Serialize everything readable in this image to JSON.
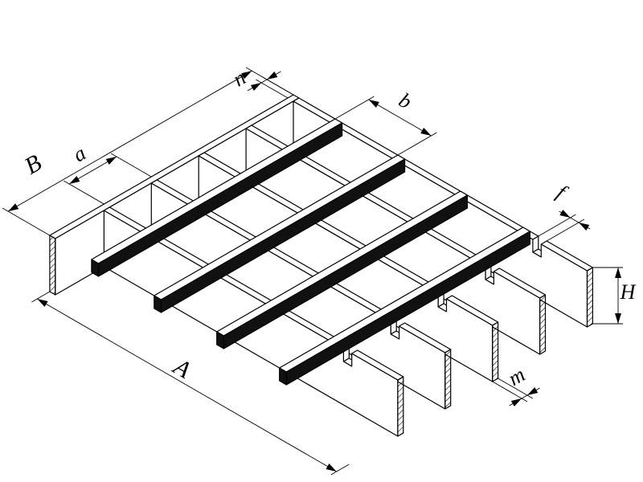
{
  "figure": {
    "background": "#ffffff",
    "line_color": "#000000",
    "face_fill": "#ffffff",
    "crossbar_fill": "#111111",
    "hatch_name": "diagonal-hatch"
  },
  "labels": {
    "B": "B",
    "a": "a",
    "n": "n",
    "b": "b",
    "f": "f",
    "H": "H",
    "A": "A",
    "m": "m"
  }
}
